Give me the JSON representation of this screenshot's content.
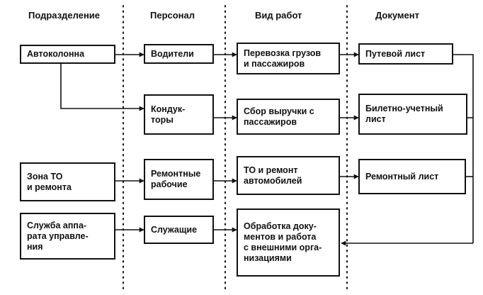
{
  "headers": {
    "division": "Подразделение",
    "staff": "Персонал",
    "work": "Вид работ",
    "document": "Документ"
  },
  "divisions": {
    "column": "Автоколонна",
    "maintenance": "Зона ТО\nи ремонта",
    "admin": "Служба аппа-\nрата управле-\nния"
  },
  "staff": {
    "drivers": "Водители",
    "conductors": "Кондук-\nторы",
    "repair_workers": "Ремонтные\nрабочие",
    "employees": "Служащие"
  },
  "work": {
    "transport": "Перевозка грузов\nи пассажиров",
    "revenue": "Сбор выручки с\nпассажиров",
    "repair": "ТО и ремонт\nавтомобилей",
    "processing": "Обработка доку-\nментов и работа\nс внешними орга-\nнизациями"
  },
  "documents": {
    "waybill": "Путевой лист",
    "ticket": "Билетно-учетный\nлист",
    "repair_sheet": "Ремонтный лист"
  }
}
